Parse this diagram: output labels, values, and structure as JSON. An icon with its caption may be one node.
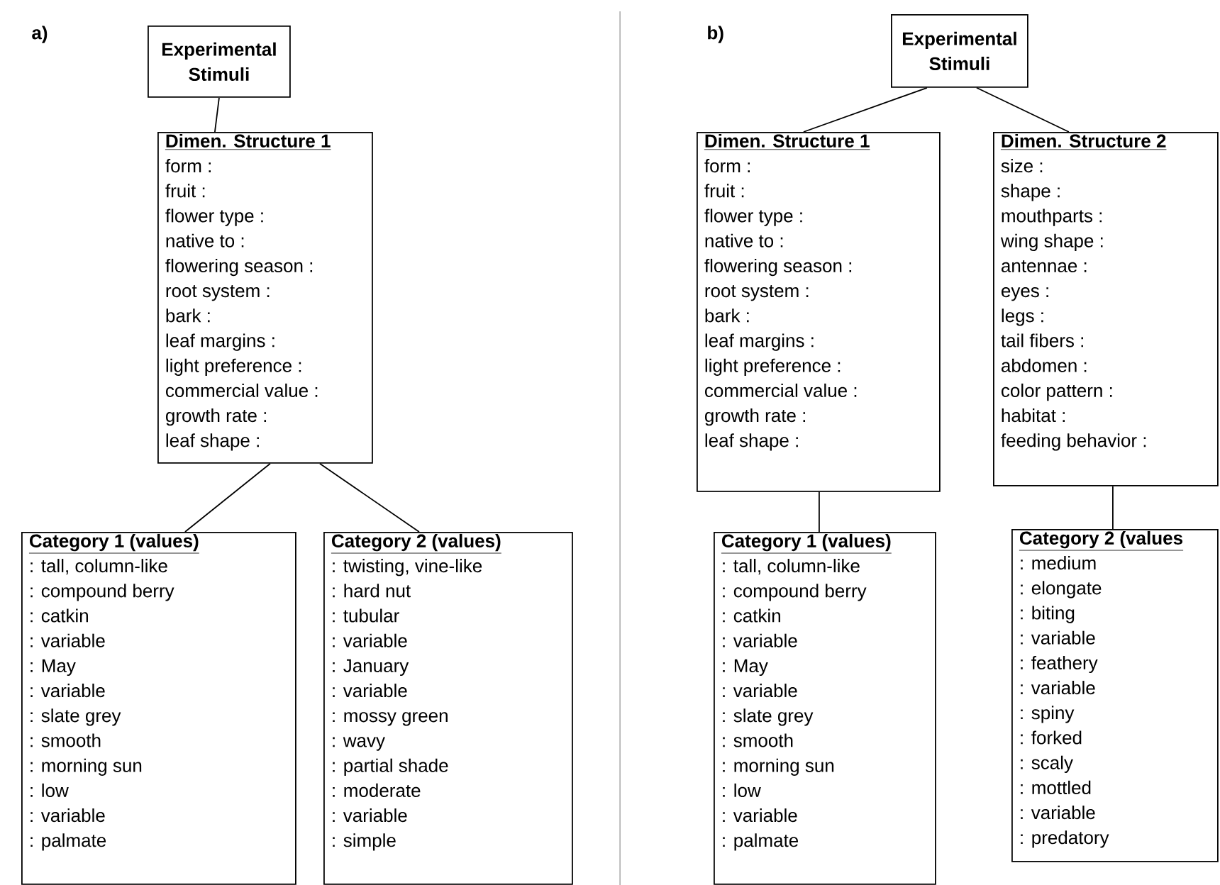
{
  "diagram": {
    "nodes": [
      {
        "text": [
          "Experimental Stimuli"
        ]
      },
      {
        "text": [
          "Dimen. Structure 1",
          "form :",
          "fruit :",
          "flower type :",
          "native to :",
          "flowering season :",
          "root system :",
          "bark :",
          "leaf margins :",
          "light preference :",
          "commercial value :",
          "growth rate :",
          "leaf shape :"
        ]
      },
      {
        "text": [
          "Category 1 (values)",
          ": tall, column-like",
          ": compound berry",
          ": catkin",
          ": variable",
          ": May",
          ": variable",
          ": slate grey",
          ": smooth",
          ": morning sun",
          ": low",
          ": variable",
          ": palmate"
        ]
      },
      {
        "text": [
          "Category 2 (values)",
          ": twisting, vine-like",
          ": hard nut",
          ": tubular",
          ": variable",
          ": January",
          ": variable",
          ": mossy green",
          ": wavy",
          ": partial shade",
          ": moderate",
          ": variable",
          ": simple"
        ]
      },
      {
        "text": [
          "Experimental Stimuli"
        ]
      },
      {
        "text": [
          "Dimen. Structure 1",
          "form :",
          "fruit :",
          "flower type :",
          "native to :",
          "flowering season :",
          "root system :",
          "bark :",
          "leaf margins :",
          "light preference :",
          "commercial value :",
          "growth rate :",
          "leaf shape :"
        ]
      },
      {
        "text": [
          "Dimen. Structure 2",
          "size :",
          "shape :",
          "mouthparts :",
          "wing shape :",
          "antennae :",
          "eyes :",
          "legs :",
          "tail fibers :",
          "abdomen :",
          "color pattern :",
          "habitat :",
          "feeding behavior :"
        ]
      },
      {
        "text": [
          "Category 1 (values)",
          ": tall, column-like",
          ": compound berry",
          ": catkin",
          ": variable",
          ": May",
          ": variable",
          ": slate grey",
          ": smooth",
          ": morning sun",
          ": low",
          ": variable",
          ": palmate"
        ]
      },
      {
        "text": [
          "Category 2 (values",
          ": medium",
          ": elongate",
          ": biting",
          ": variable",
          ": feathery",
          ": variable",
          ": spiny",
          ": forked",
          ": scaly",
          ": mottled",
          ": variable",
          ": predatory"
        ]
      }
    ],
    "edges": [
      {
        "from": 0,
        "to": 1,
        "arrow": "none"
      },
      {
        "from": 1,
        "to": 2,
        "arrow": "none"
      },
      {
        "from": 1,
        "to": 3,
        "arrow": "none"
      },
      {
        "from": 4,
        "to": 5,
        "arrow": "none"
      },
      {
        "from": 4,
        "to": 6,
        "arrow": "none"
      },
      {
        "from": 5,
        "to": 7,
        "arrow": "none"
      },
      {
        "from": 6,
        "to": 8,
        "arrow": "none"
      }
    ],
    "labels": [
      "a)",
      "b)"
    ]
  }
}
